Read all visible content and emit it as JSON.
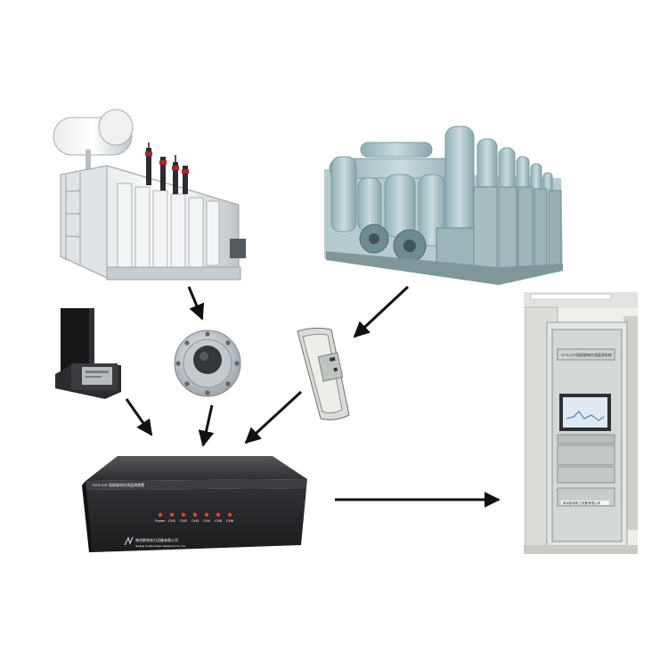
{
  "devices": {
    "transformer": "transformer",
    "gis": "gas-insulated switchgear",
    "uhf_window_sensor": "disc sensor",
    "hfct_sensor": "external sensor",
    "external_uhf_sensor": "curved sensor",
    "acquisition_unit": "acquisition unit",
    "monitoring_cabinet": "monitoring cabinet"
  },
  "acquisition_unit": {
    "model_label": "SYS-GJF 局部放电在线监测装置",
    "company_label": "南京欧电电力设备有限公司",
    "company_label_en": "Nanjing Oudian Power Equipment Co.,Ltd",
    "indicators": [
      "Power",
      "CH1",
      "CH2",
      "CH3",
      "CH4",
      "CH5",
      "CH6"
    ],
    "led_color": "#e8402a"
  },
  "monitoring_cabinet": {
    "top_label": "SYS-GJF局部放电在线监测系统",
    "bottom_label": "南京欧电电力设备有限公司"
  },
  "colors": {
    "arrow": "#111111",
    "equipment_gray": "#c9cdd1",
    "gis_teal": "#a9c3c6",
    "unit_body": "#2a2b2d"
  }
}
